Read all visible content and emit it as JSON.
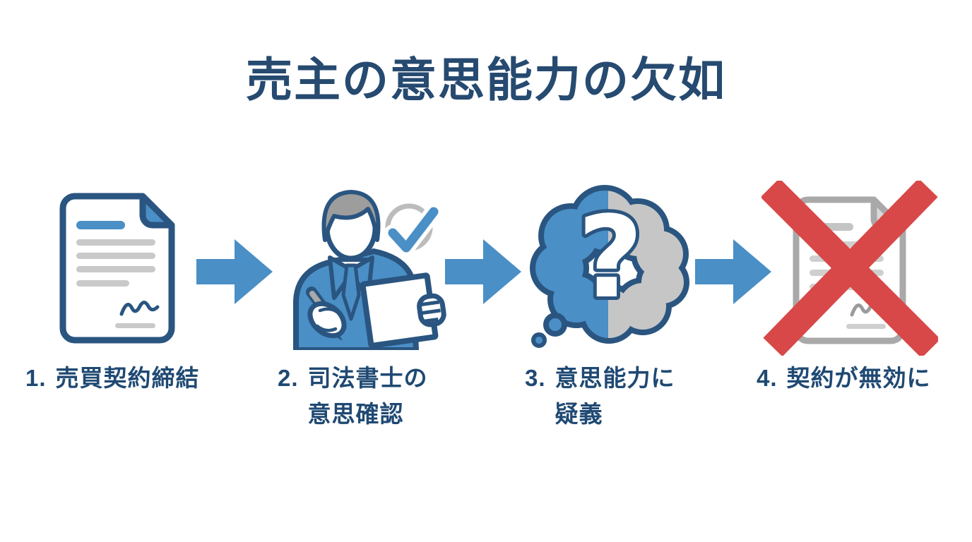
{
  "title": "売主の意思能力の欠如",
  "question_mark": "?",
  "colors": {
    "background": "#ffffff",
    "title_navy": "#264a70",
    "label_navy": "#1f4973",
    "accent_blue": "#4a8fc6",
    "icon_outline_navy": "#2a5580",
    "neutral_gray": "#c9c9c9",
    "hair_gray": "#9d9d9d",
    "invalid_gray": "#a9a9a9",
    "check_ring_gray": "#bcbcbc",
    "cloud_gray": "#c6c6c6",
    "error_red": "#d84848"
  },
  "steps": [
    {
      "num": "1.",
      "label_line1": "売買契約締結",
      "label_line2": "",
      "icon": "contract-document-icon"
    },
    {
      "num": "2.",
      "label_line1": "司法書士の",
      "label_line2": "意思確認",
      "icon": "notary-confirmation-icon"
    },
    {
      "num": "3.",
      "label_line1": "意思能力に",
      "label_line2": "疑義",
      "icon": "doubt-thought-bubble-icon"
    },
    {
      "num": "4.",
      "label_line1": "契約が無効に",
      "label_line2": "",
      "icon": "invalid-contract-icon"
    }
  ],
  "arrows": {
    "count": 3,
    "direction": "right"
  }
}
